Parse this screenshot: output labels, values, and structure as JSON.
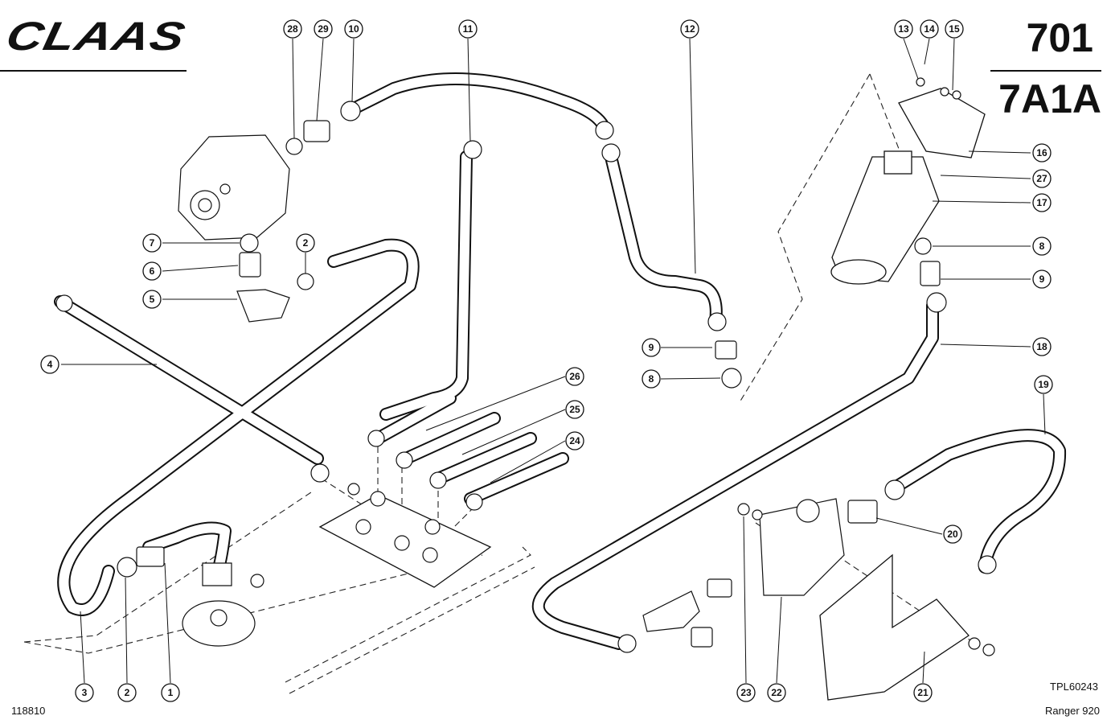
{
  "header": {
    "logo": "CLAAS",
    "page_number": "701",
    "group_code": "7A1A"
  },
  "footer": {
    "drawing_number": "118810",
    "reference": "TPL60243",
    "model": "Ranger 920"
  },
  "callouts": [
    {
      "id": "c1",
      "label": "1"
    },
    {
      "id": "c2a",
      "label": "2"
    },
    {
      "id": "c2b",
      "label": "2"
    },
    {
      "id": "c3",
      "label": "3"
    },
    {
      "id": "c4",
      "label": "4"
    },
    {
      "id": "c5",
      "label": "5"
    },
    {
      "id": "c6",
      "label": "6"
    },
    {
      "id": "c7",
      "label": "7"
    },
    {
      "id": "c8a",
      "label": "8"
    },
    {
      "id": "c8b",
      "label": "8"
    },
    {
      "id": "c9a",
      "label": "9"
    },
    {
      "id": "c9b",
      "label": "9"
    },
    {
      "id": "c10",
      "label": "10"
    },
    {
      "id": "c11",
      "label": "11"
    },
    {
      "id": "c12",
      "label": "12"
    },
    {
      "id": "c13",
      "label": "13"
    },
    {
      "id": "c14",
      "label": "14"
    },
    {
      "id": "c15",
      "label": "15"
    },
    {
      "id": "c16",
      "label": "16"
    },
    {
      "id": "c17",
      "label": "17"
    },
    {
      "id": "c18",
      "label": "18"
    },
    {
      "id": "c19",
      "label": "19"
    },
    {
      "id": "c20",
      "label": "20"
    },
    {
      "id": "c21",
      "label": "21"
    },
    {
      "id": "c22",
      "label": "22"
    },
    {
      "id": "c23",
      "label": "23"
    },
    {
      "id": "c24",
      "label": "24"
    },
    {
      "id": "c25",
      "label": "25"
    },
    {
      "id": "c26",
      "label": "26"
    },
    {
      "id": "c27",
      "label": "27"
    },
    {
      "id": "c28",
      "label": "28"
    },
    {
      "id": "c29",
      "label": "29"
    }
  ]
}
